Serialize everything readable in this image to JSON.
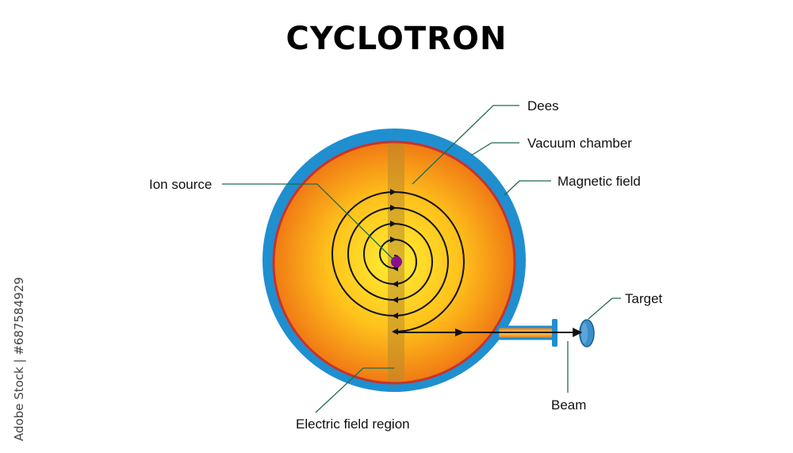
{
  "title": "CYCLOTRON",
  "labels": {
    "dees": "Dees",
    "vacuum_chamber": "Vacuum chamber",
    "magnetic_field": "Magnetic field",
    "ion_source": "Ion source",
    "target": "Target",
    "beam": "Beam",
    "electric_field_region": "Electric field region"
  },
  "credit": "Adobe Stock | #687584929",
  "colors": {
    "chamber_ring": "#1f8fd0",
    "dee_edge": "#c8332c",
    "dee_center": "#ffee33",
    "dee_outer": "#f07a14",
    "gap_band": "#b98a2c",
    "ion_source": "#8b0e8e",
    "leader_line": "#1f6b4f",
    "spiral": "#111111",
    "target": "#3b8fc8"
  }
}
